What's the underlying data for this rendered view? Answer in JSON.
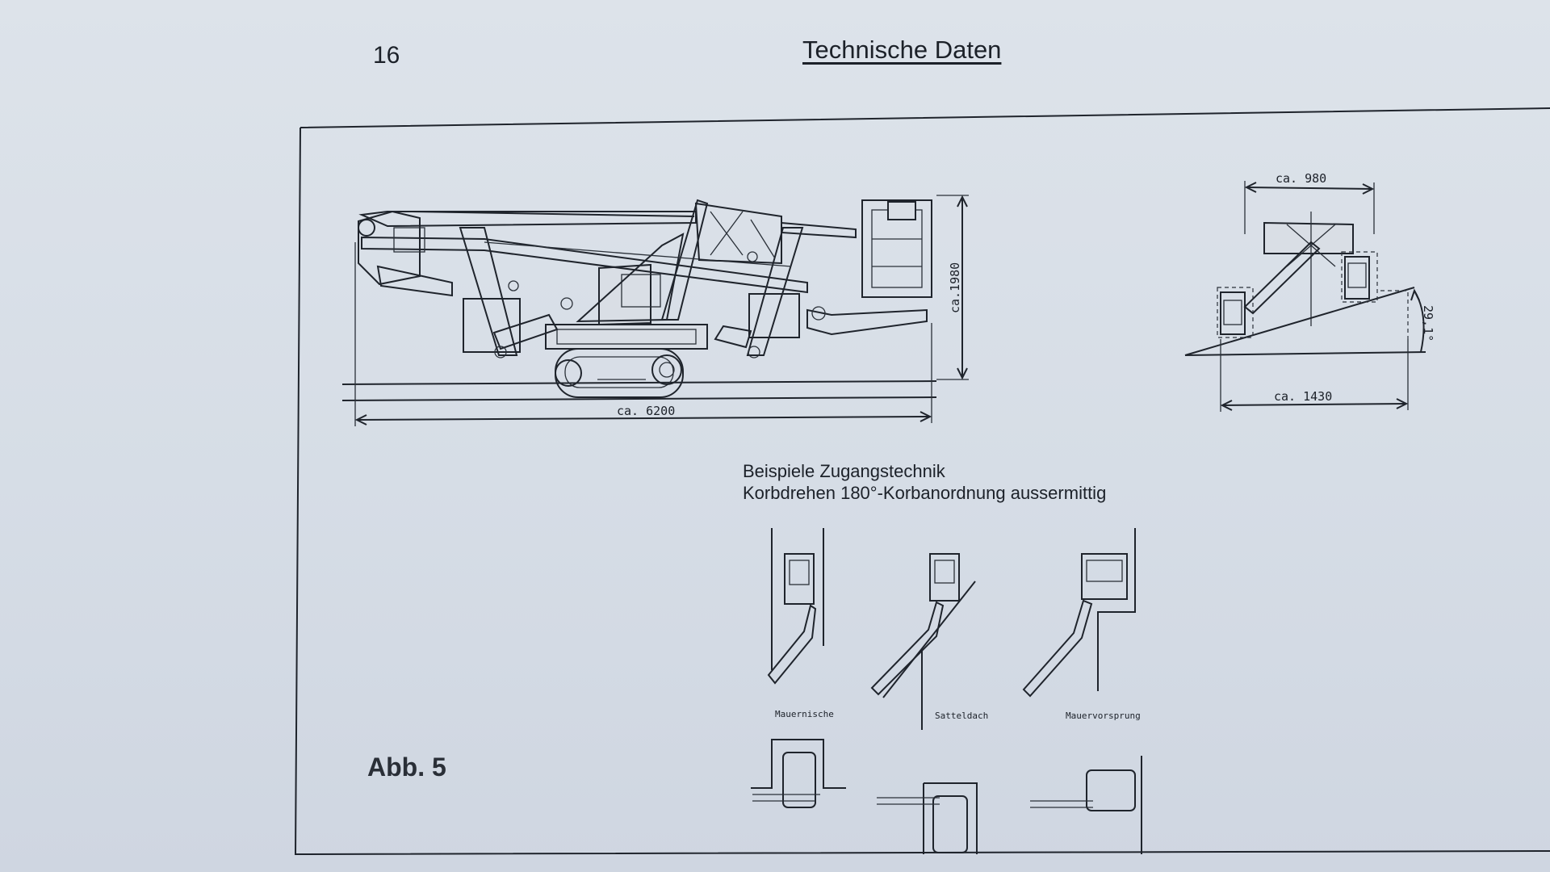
{
  "header": {
    "page_number": "16",
    "title": "Technische Daten"
  },
  "drawing": {
    "side_view": {
      "length_label": "ca. 6200",
      "height_label": "ca.1980"
    },
    "front_view": {
      "width_top_label": "ca. 980",
      "width_bottom_label": "ca. 1430",
      "angle_label": "29,1°"
    }
  },
  "caption": {
    "line1": "Beispiele Zugangstechnik",
    "line2": "Korbdrehen 180°-Korbanordnung aussermittig"
  },
  "examples": {
    "label_1": "Mauernische",
    "label_2": "Satteldach",
    "label_3": "Mauervorsprung"
  },
  "figure_label": "Abb. 5"
}
